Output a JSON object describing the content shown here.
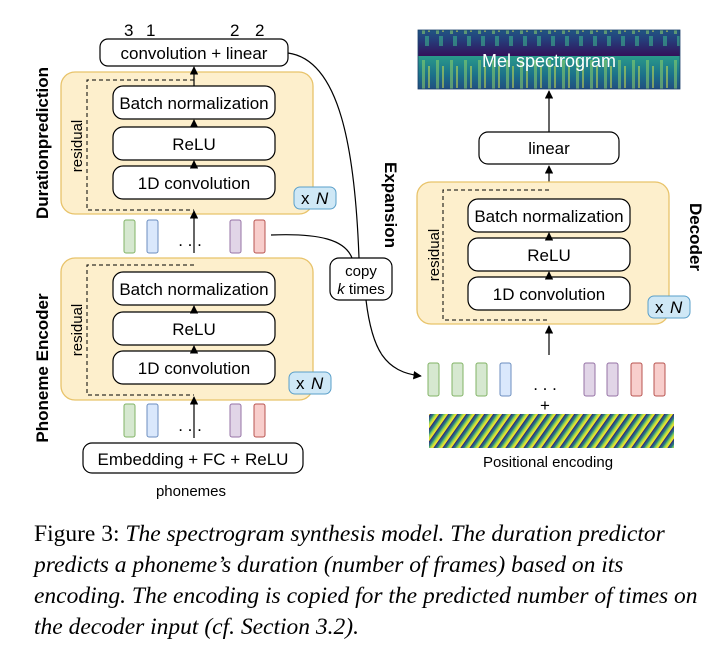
{
  "figure": {
    "top_numbers": [
      "3",
      "1",
      "2",
      "2"
    ],
    "conv_linear": "convolution + linear",
    "duration_section_label": "Durationprediction",
    "encoder_section_label": "Phoneme Encoder",
    "decoder_section_label": "Decoder",
    "expansion_label": "Expansion",
    "residual_label": "residual",
    "batch_norm": "Batch normalization",
    "relu": "ReLU",
    "conv1d": "1D convolution",
    "repeat_x": "x",
    "repeat_n": "N",
    "ellipsis": ". . .",
    "copy_line1": "copy",
    "copy_line2_k": "k",
    "copy_line2_rest": " times",
    "embedding": "Embedding + FC + ReLU",
    "phonemes": "phonemes",
    "linear": "linear",
    "mel_title": "Mel spectrogram",
    "plus": "+",
    "positional_encoding": "Positional encoding"
  },
  "caption": {
    "lead": "Figure 3: ",
    "body": "The spectrogram synthesis model. The duration predictor predicts a phoneme’s duration (number of frames) based on its encoding. The encoding is copied for the predicted number of times on the decoder input (cf. Section 3.2)."
  },
  "colors": {
    "block_fill": "#fdefcc",
    "block_stroke": "#e8c36a",
    "green": "#d6e8d0",
    "green_stroke": "#82b366",
    "blue": "#dae8fc",
    "blue_stroke": "#6c8ebf",
    "purple": "#e1d5e7",
    "purple_stroke": "#9673a6",
    "red": "#f8cecc",
    "red_stroke": "#b85450",
    "badge": "#cfe8f6"
  }
}
